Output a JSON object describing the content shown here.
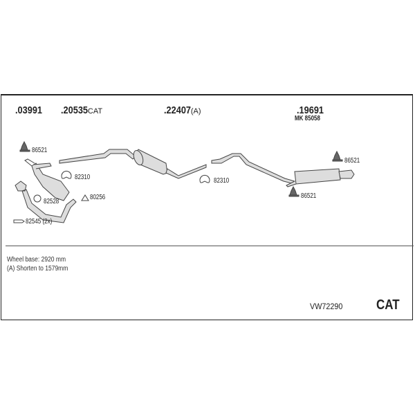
{
  "parts": {
    "p1": ".03991",
    "p2_num": ".20535",
    "p2_suffix": "CAT",
    "p3_num": ".22407",
    "p3_suffix": "(A)",
    "p4": ".19691",
    "p4_sub": "MK  85058"
  },
  "labels": {
    "mount_left": "86521",
    "clamp_left": "82310",
    "gasket_tri": "80256",
    "ring": "82528",
    "bolts": "82545 (2x)",
    "clamp_mid": "82310",
    "mount_right_top": "86521",
    "mount_right_bottom": "86521"
  },
  "notes": {
    "wheel_base": "Wheel base: 2920 mm",
    "shorten": "(A) Shorten to 1579mm"
  },
  "footer": {
    "code": "VW72290",
    "cat": "CAT"
  }
}
